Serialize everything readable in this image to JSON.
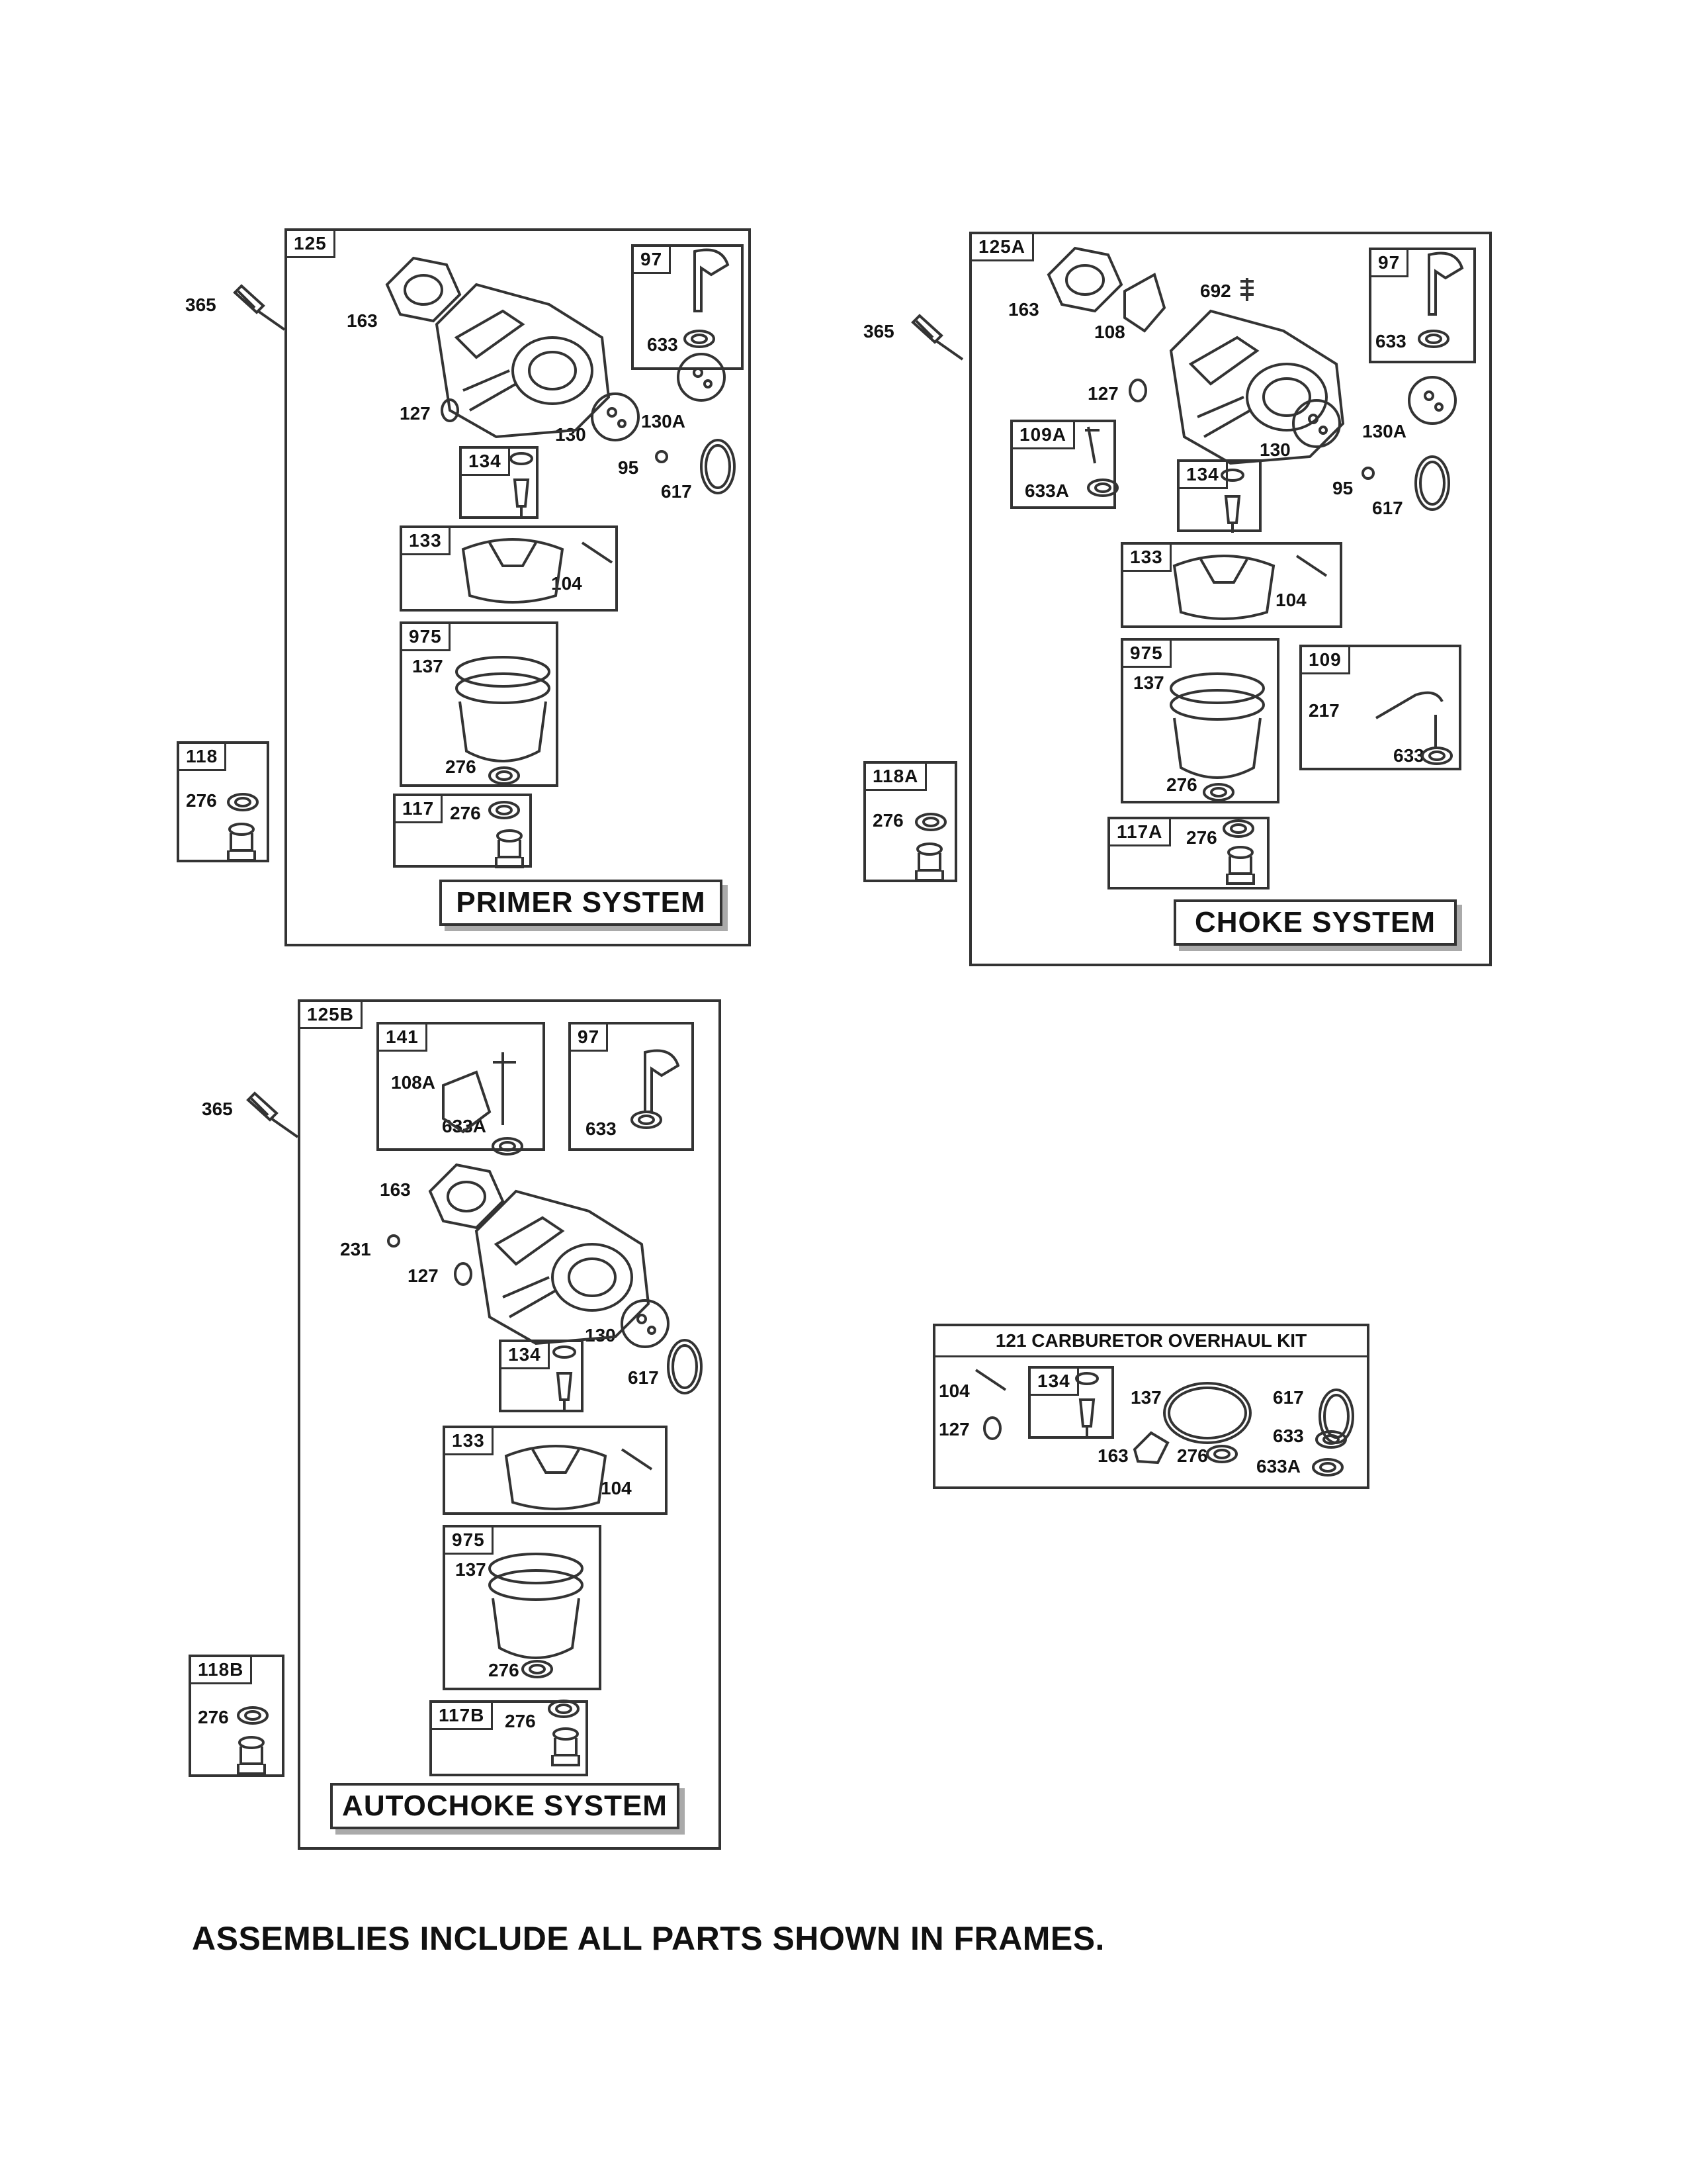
{
  "primer": {
    "frame_id": "125",
    "title": "PRIMER SYSTEM",
    "screw": "365",
    "gasket": "163",
    "seal": "127",
    "primer_bulb": "130",
    "cover": "130A",
    "screw_small": "95",
    "oring": "617",
    "lever_box": {
      "id": "97",
      "part": "633"
    },
    "needle_box": {
      "id": "134"
    },
    "float_box": {
      "id": "133",
      "pin": "104"
    },
    "bowl_box": {
      "id": "975",
      "gasket": "137",
      "washer": "276"
    },
    "nut_box": {
      "id": "117",
      "washer": "276"
    },
    "side_box": {
      "id": "118",
      "washer": "276"
    }
  },
  "choke": {
    "frame_id": "125A",
    "title": "CHOKE SYSTEM",
    "screw": "365",
    "gasket": "163",
    "plate": "108",
    "spring": "692",
    "seal": "127",
    "bulb": "130",
    "cover": "130A",
    "screw_small": "95",
    "oring": "617",
    "lever_box": {
      "id": "97",
      "part": "633"
    },
    "shaft_box": {
      "id": "109A",
      "part": "633A"
    },
    "needle_box": {
      "id": "134"
    },
    "float_box": {
      "id": "133",
      "pin": "104"
    },
    "bowl_box": {
      "id": "975",
      "gasket": "137",
      "washer": "276"
    },
    "spring_box": {
      "id": "109",
      "spring": "217",
      "part": "633"
    },
    "nut_box": {
      "id": "117A",
      "washer": "276"
    },
    "side_box": {
      "id": "118A",
      "washer": "276"
    }
  },
  "autochoke": {
    "frame_id": "125B",
    "title": "AUTOCHOKE SYSTEM",
    "screw": "365",
    "shaft_box": {
      "id": "141",
      "plate": "108A",
      "part": "633A"
    },
    "lever_box": {
      "id": "97",
      "part": "633"
    },
    "gasket": "163",
    "screw_small": "231",
    "seal": "127",
    "bulb": "130",
    "oring": "617",
    "needle_box": {
      "id": "134"
    },
    "float_box": {
      "id": "133",
      "pin": "104"
    },
    "bowl_box": {
      "id": "975",
      "gasket": "137",
      "washer": "276"
    },
    "nut_box": {
      "id": "117B",
      "washer": "276"
    },
    "side_box": {
      "id": "118B",
      "washer": "276"
    }
  },
  "kit": {
    "title": "121 CARBURETOR OVERHAUL KIT",
    "pin": "104",
    "seal": "127",
    "needle_box": "134",
    "gasket": "137",
    "oring": "617",
    "part1": "633",
    "gasket2": "163",
    "washer": "276",
    "part2": "633A"
  },
  "footnote": "ASSEMBLIES INCLUDE ALL PARTS SHOWN IN FRAMES."
}
